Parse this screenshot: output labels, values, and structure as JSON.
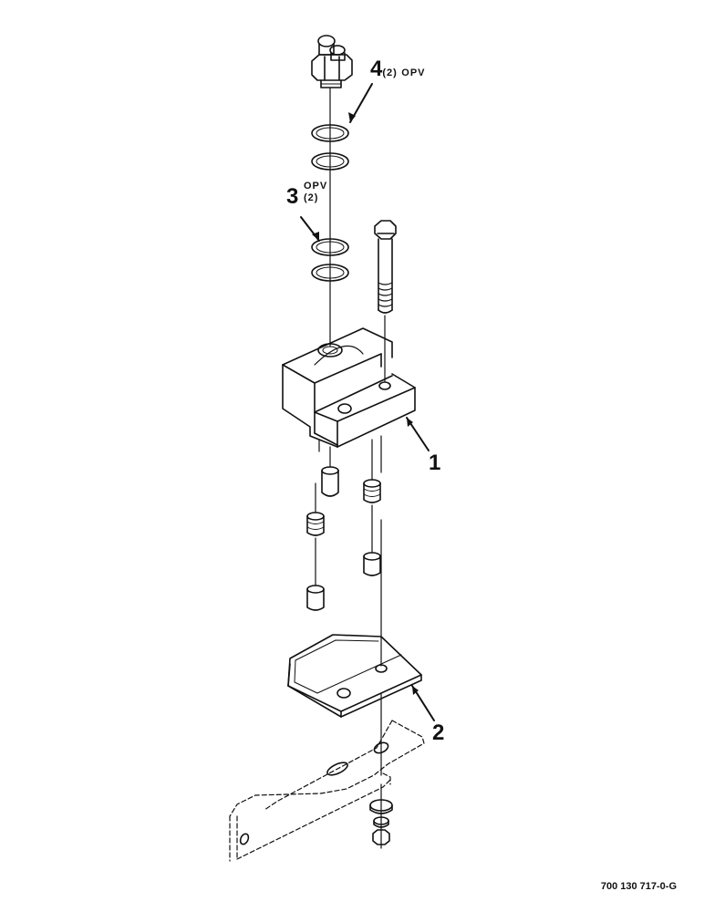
{
  "diagram": {
    "type": "exploded parts view",
    "figure_id": "700 130 717-0-G",
    "callouts": [
      {
        "id": "callout-4",
        "number": "4",
        "qty": "(2)",
        "note": "OPV",
        "points_to": "upper o-ring"
      },
      {
        "id": "callout-3",
        "number": "3",
        "qty": "(2)",
        "note": "OPV",
        "points_to": "lower o-ring"
      },
      {
        "id": "callout-1",
        "number": "1",
        "points_to": "mounting block"
      },
      {
        "id": "callout-2",
        "number": "2",
        "points_to": "plate"
      }
    ],
    "parts": [
      "pressure switch fitting",
      "o-rings (x4)",
      "hex bolt",
      "mounting block",
      "bushings",
      "springs",
      "plate",
      "bracket (dashed, reference)",
      "flat washer",
      "lock washer",
      "hex nut"
    ],
    "colors": {
      "ink": "#111111",
      "paper": "#ffffff"
    }
  }
}
